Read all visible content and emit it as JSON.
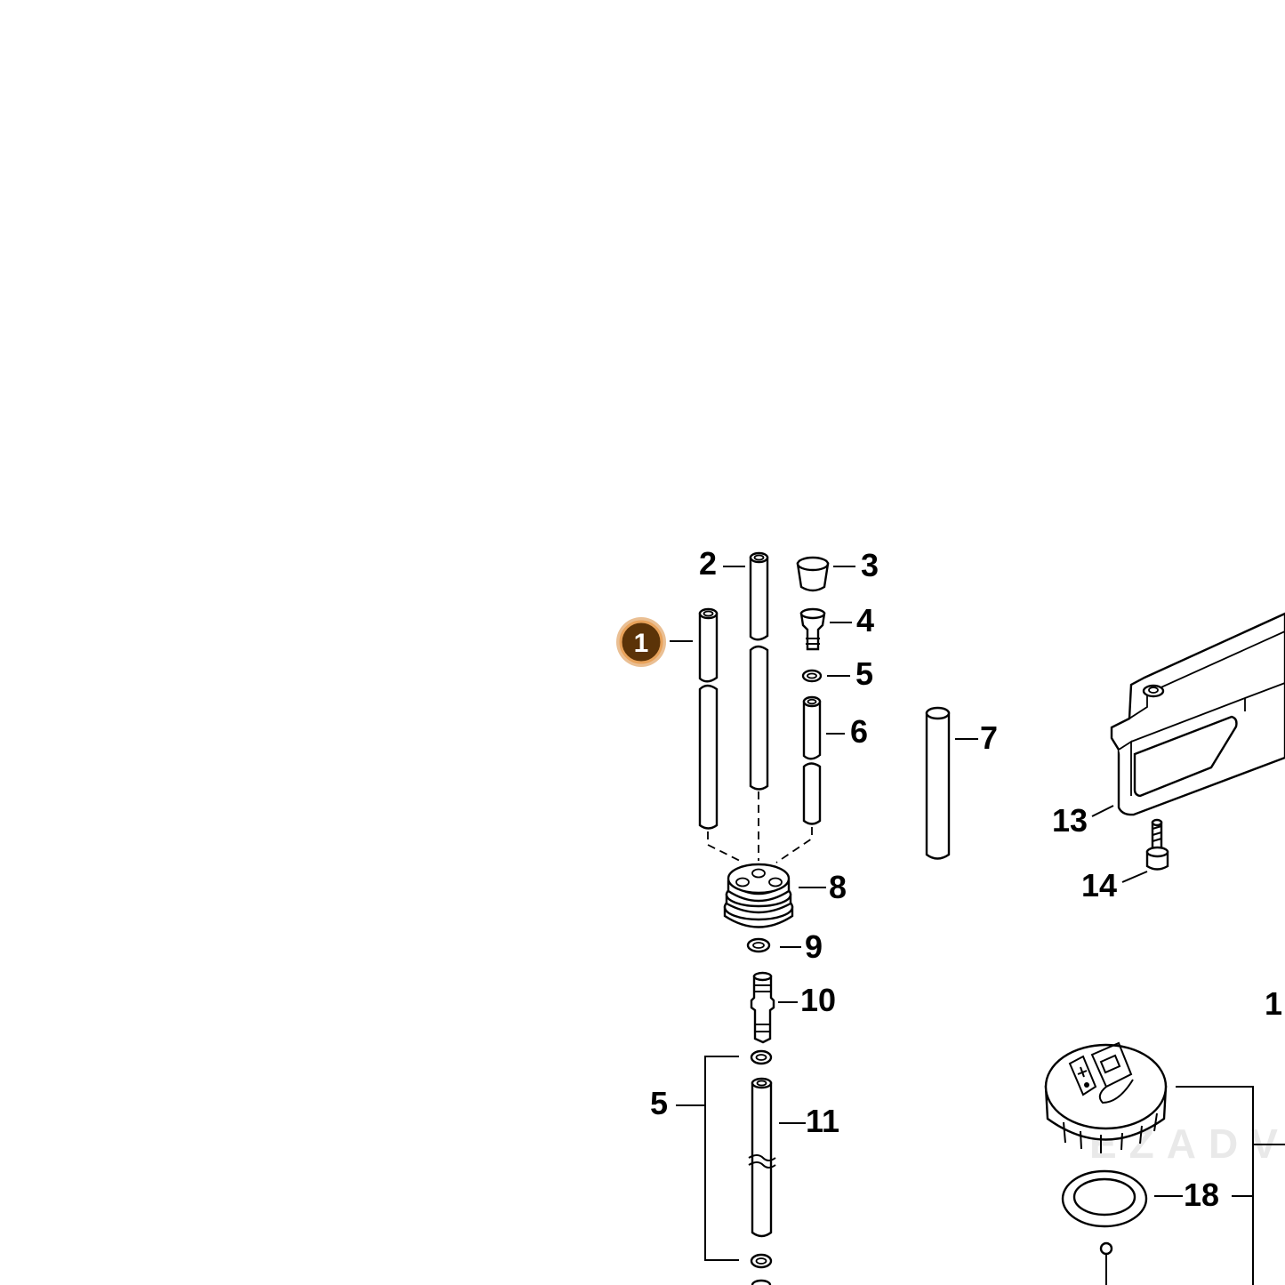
{
  "highlight": {
    "label": "1",
    "fill": "#5b3308",
    "ring": "#d98a3a"
  },
  "callouts": {
    "p2": "2",
    "p3": "3",
    "p4": "4",
    "p5a": "5",
    "p6": "6",
    "p7": "7",
    "p8": "8",
    "p9": "9",
    "p10": "10",
    "p5b": "5",
    "p11": "11",
    "p13": "13",
    "p14": "14",
    "p18": "18",
    "p16": "1"
  },
  "watermark": "EZADV"
}
